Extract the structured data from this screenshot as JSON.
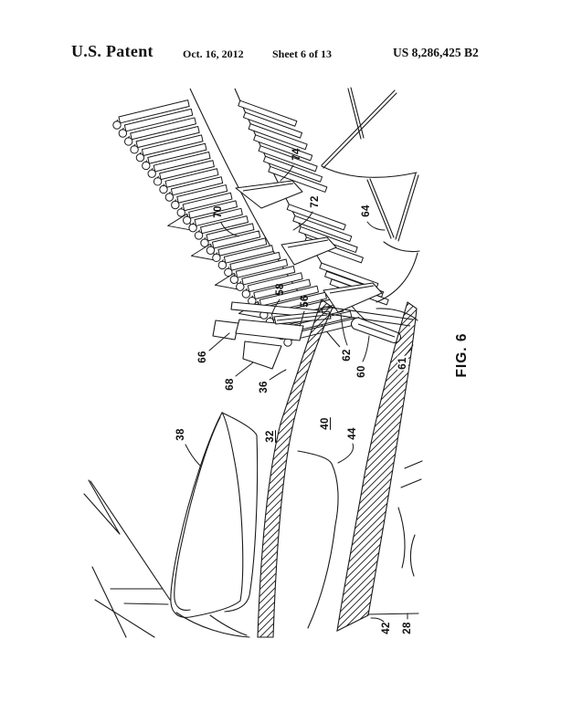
{
  "header": {
    "title": "U.S. Patent",
    "date": "Oct. 16, 2012",
    "sheet": "Sheet 6 of 13",
    "patent_number": "US 8,286,425 B2"
  },
  "figure": {
    "caption": "FIG. 6",
    "description": "Perspective sectional patent drawing of a gas turbine engine fan and booster rotor assembly",
    "reference_numerals": [
      {
        "text": "74",
        "underline": false
      },
      {
        "text": "72",
        "underline": false
      },
      {
        "text": "64",
        "underline": false
      },
      {
        "text": "70",
        "underline": false
      },
      {
        "text": "58",
        "underline": false
      },
      {
        "text": "56",
        "underline": false
      },
      {
        "text": "66",
        "underline": false
      },
      {
        "text": "68",
        "underline": false
      },
      {
        "text": "36",
        "underline": false
      },
      {
        "text": "62",
        "underline": false
      },
      {
        "text": "60",
        "underline": false
      },
      {
        "text": "61",
        "underline": false
      },
      {
        "text": "32",
        "underline": true
      },
      {
        "text": "40",
        "underline": true
      },
      {
        "text": "44",
        "underline": false
      },
      {
        "text": "38",
        "underline": false
      },
      {
        "text": "42",
        "underline": false
      },
      {
        "text": "28",
        "underline": false
      }
    ]
  },
  "colors": {
    "ink": "#1a1a1a",
    "paper": "#ffffff"
  }
}
